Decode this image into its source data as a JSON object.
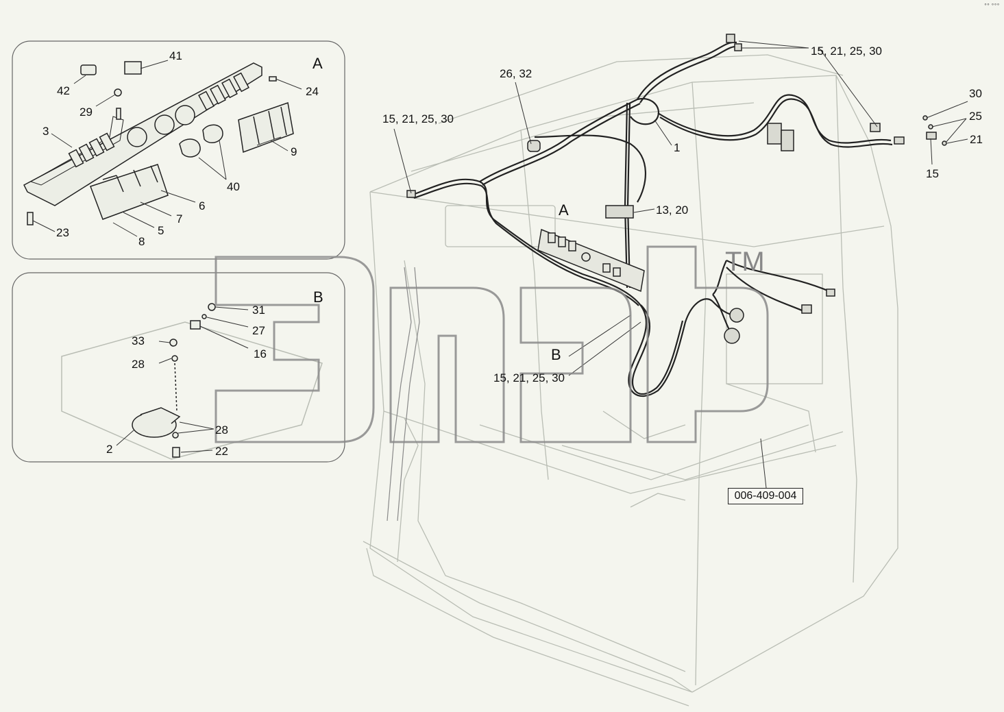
{
  "diagram": {
    "reference_code": "006-409-004",
    "corner_mark": "°° °°°",
    "watermark_trademark": "TM"
  },
  "inset_a": {
    "view_label": "A",
    "callouts": [
      "41",
      "42",
      "29",
      "24",
      "3",
      "9",
      "40",
      "6",
      "7",
      "5",
      "8",
      "23"
    ]
  },
  "inset_b": {
    "view_label": "B",
    "callouts": [
      "31",
      "27",
      "16",
      "33",
      "28",
      "28",
      "2",
      "22"
    ]
  },
  "main_view": {
    "view_labels": [
      "A",
      "B"
    ],
    "callouts": [
      "15, 21, 25, 30",
      "26, 32",
      "15, 21, 25, 30",
      "30",
      "25",
      "21",
      "15",
      "1",
      "13, 20",
      "15, 21, 25, 30"
    ]
  },
  "colors": {
    "background": "#f4f5ee",
    "line": "#333333",
    "faint_line": "#b9bdb4",
    "watermark": "#8a8a8a"
  }
}
